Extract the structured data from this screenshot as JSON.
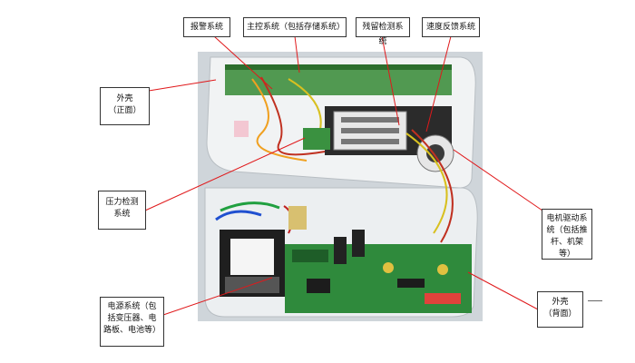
{
  "labels": {
    "alarm": "报警系统",
    "main_control": "主控系统（包括存储系统）",
    "residue_detect": "残留检测系统",
    "speed_feedback": "速度反馈系统",
    "shell_front_1": "外壳",
    "shell_front_2": "（正面）",
    "pressure_1": "压力检测",
    "pressure_2": "系统",
    "motor_1": "电机驱动系",
    "motor_2": "统（包括推",
    "motor_3": "杆、机架等）",
    "shell_back_1": "外壳",
    "shell_back_2": "（背面）",
    "power_1": "电源系统（包",
    "power_2": "括变压器、电",
    "power_3": "路板、电池等）"
  },
  "colors": {
    "leader_line": "#e0191b",
    "pcb_green": "#2f8a3c",
    "housing": "#e9ecef"
  },
  "icons": [
    "arrow-head-icon"
  ]
}
